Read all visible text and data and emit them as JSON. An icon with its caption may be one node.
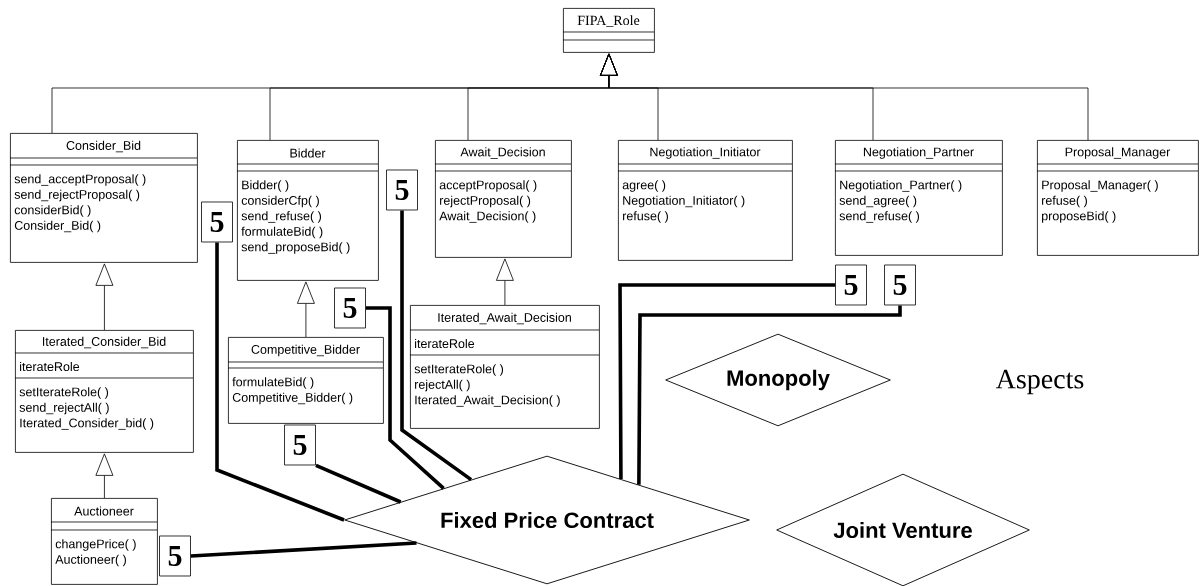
{
  "diagram": {
    "nodes": [
      {
        "text": [
          "FIPA_Role"
        ]
      },
      {
        "text": [
          "Consider_Bid",
          "send_acceptProposal( )",
          "send_rejectProposal( )",
          "considerBid( )",
          "Consider_Bid( )"
        ]
      },
      {
        "text": [
          "Bidder",
          "Bidder( )",
          "considerCfp( )",
          "send_refuse( )",
          "formulateBid( )",
          "send_proposeBid( )"
        ]
      },
      {
        "text": [
          "Await_Decision",
          "acceptProposal( )",
          "rejectProposal( )",
          "Await_Decision( )"
        ]
      },
      {
        "text": [
          "Negotiation_Initiator",
          "agree( )",
          "Negotiation_Initiator( )",
          "refuse( )"
        ]
      },
      {
        "text": [
          "Negotiation_Partner",
          "Negotiation_Partner( )",
          "send_agree( )",
          "send_refuse( )"
        ]
      },
      {
        "text": [
          "Proposal_Manager",
          "Proposal_Manager( )",
          "refuse( )",
          "proposeBid( )"
        ]
      },
      {
        "text": [
          "Iterated_Consider_Bid",
          "iterateRole",
          "setIterateRole( )",
          "send_rejectAll( )",
          "Iterated_Consider_bid( )"
        ]
      },
      {
        "text": [
          "Competitive_Bidder",
          "formulateBid( )",
          "Competitive_Bidder( )"
        ]
      },
      {
        "text": [
          "Iterated_Await_Decision",
          "iterateRole",
          "setIterateRole( )",
          "rejectAll( )",
          "Iterated_Await_Decision( )"
        ]
      },
      {
        "text": [
          "Auctioneer",
          "changePrice( )",
          "Auctioneer( )"
        ]
      },
      {
        "text": [
          "Monopoly"
        ]
      },
      {
        "text": [
          "Fixed Price Contract"
        ]
      },
      {
        "text": [
          "Joint Venture"
        ]
      },
      {
        "text": [
          "5"
        ]
      },
      {
        "text": [
          "5"
        ]
      },
      {
        "text": [
          "5"
        ]
      },
      {
        "text": [
          "5"
        ]
      },
      {
        "text": [
          "5"
        ]
      },
      {
        "text": [
          "5"
        ]
      },
      {
        "text": [
          "5"
        ]
      }
    ],
    "edges": [
      {
        "from": 1,
        "to": 0,
        "arrow": "to"
      },
      {
        "from": 2,
        "to": 0,
        "arrow": "to"
      },
      {
        "from": 3,
        "to": 0,
        "arrow": "to"
      },
      {
        "from": 4,
        "to": 0,
        "arrow": "to"
      },
      {
        "from": 5,
        "to": 0,
        "arrow": "to"
      },
      {
        "from": 6,
        "to": 0,
        "arrow": "to"
      },
      {
        "from": 7,
        "to": 1,
        "arrow": "to"
      },
      {
        "from": 8,
        "to": 2,
        "arrow": "to"
      },
      {
        "from": 9,
        "to": 3,
        "arrow": "to"
      },
      {
        "from": 10,
        "to": 7,
        "arrow": "to"
      },
      {
        "from": 14,
        "to": 12,
        "arrow": "none",
        "style": "thick"
      },
      {
        "from": 15,
        "to": 12,
        "arrow": "none",
        "style": "thick"
      },
      {
        "from": 16,
        "to": 12,
        "arrow": "none",
        "style": "thick"
      },
      {
        "from": 17,
        "to": 12,
        "arrow": "none",
        "style": "thick"
      },
      {
        "from": 18,
        "to": 12,
        "arrow": "none",
        "style": "thick"
      },
      {
        "from": 19,
        "to": 12,
        "arrow": "none",
        "style": "thick"
      },
      {
        "from": 20,
        "to": 12,
        "arrow": "none",
        "style": "thick"
      }
    ],
    "labels": [
      "Aspects"
    ]
  }
}
